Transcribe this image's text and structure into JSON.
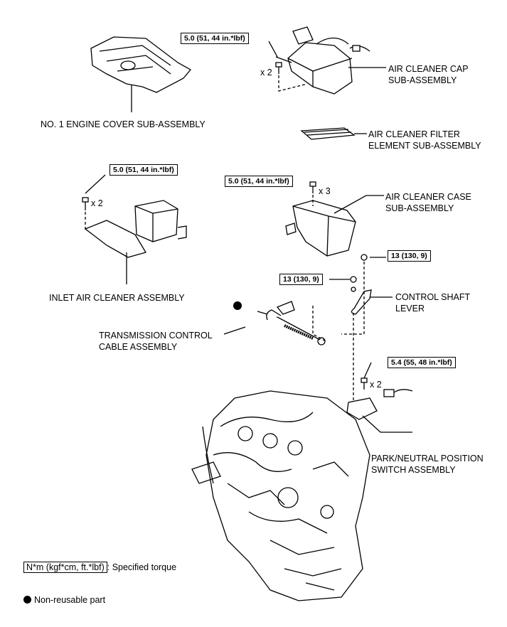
{
  "parts": {
    "engine_cover": "NO. 1 ENGINE COVER SUB-ASSEMBLY",
    "cap_line1": "AIR CLEANER CAP",
    "cap_line2": "SUB-ASSEMBLY",
    "filter_line1": "AIR CLEANER FILTER",
    "filter_line2": "ELEMENT SUB-ASSEMBLY",
    "case_line1": "AIR CLEANER CASE",
    "case_line2": "SUB-ASSEMBLY",
    "inlet": "INLET AIR CLEANER ASSEMBLY",
    "lever_line1": "CONTROL SHAFT",
    "lever_line2": "LEVER",
    "cable_line1": "TRANSMISSION CONTROL",
    "cable_line2": "CABLE ASSEMBLY",
    "pnp_line1": "PARK/NEUTRAL POSITION",
    "pnp_line2": "SWITCH ASSEMBLY"
  },
  "torques": {
    "cap": "5.0 (51, 44 in.*lbf)",
    "inlet": "5.0 (51, 44 in.*lbf)",
    "case": "5.0 (51, 44 in.*lbf)",
    "nut_right": "13 (130, 9)",
    "nut_left": "13 (130, 9)",
    "pnp": "5.4 (55, 48 in.*lbf)"
  },
  "multipliers": {
    "cap": "x 2",
    "inlet": "x 2",
    "case": "x 3",
    "pnp": "x 2"
  },
  "legend": {
    "torque_unit": "N*m (kgf*cm, ft.*lbf)",
    "torque_text": ": Specified torque",
    "nonreusable": "Non-reusable part"
  }
}
